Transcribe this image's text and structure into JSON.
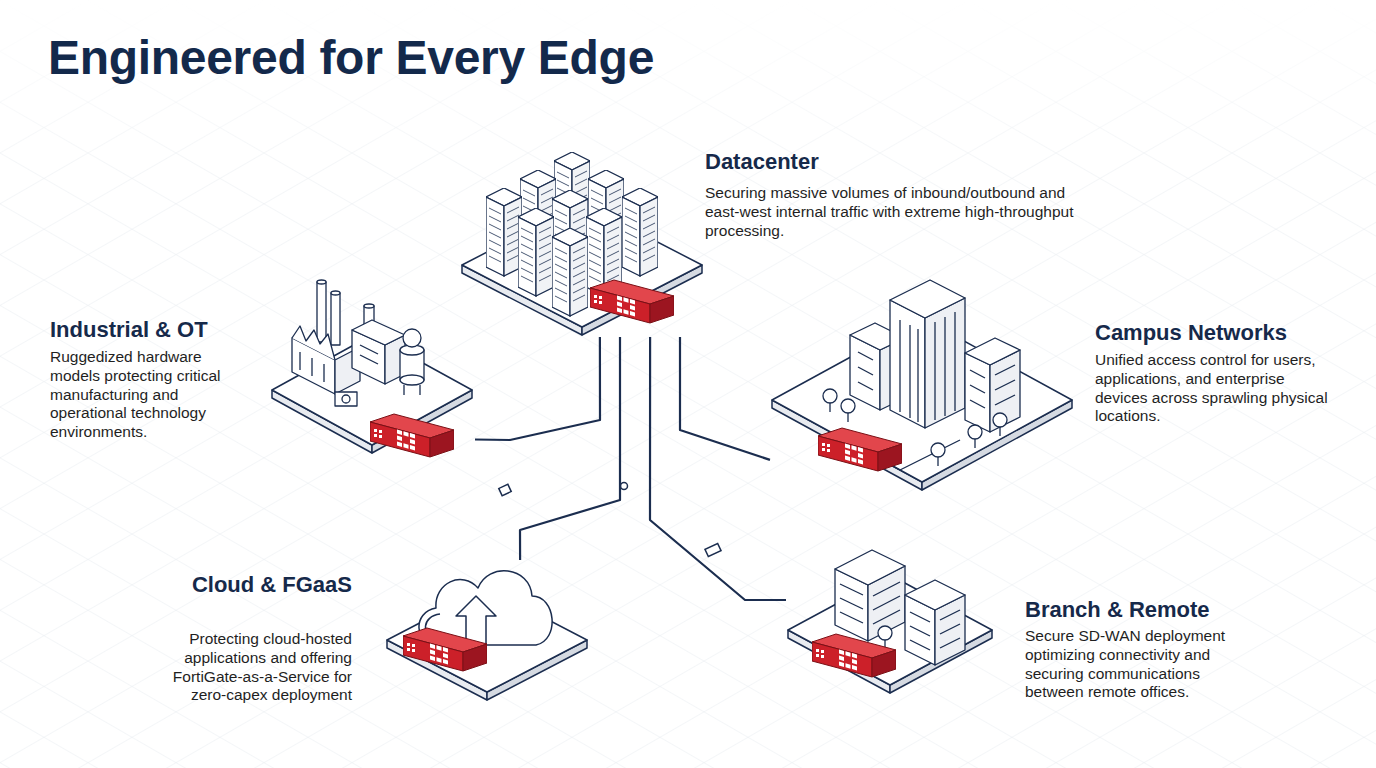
{
  "diagram": {
    "title": "Engineered for Every Edge",
    "nodes": [
      {
        "text": [
          "Datacenter",
          "Securing massive volumes of inbound/outbound and east-west internal traffic with extreme high-throughput processing."
        ]
      },
      {
        "text": [
          "Industrial & OT",
          "Ruggedized hardware models protecting critical manufacturing and operational technology environments."
        ]
      },
      {
        "text": [
          "Campus Networks",
          "Unified access control for users, applications, and enterprise devices across sprawling physical locations."
        ]
      },
      {
        "text": [
          "Cloud & FGaaS",
          "Protecting cloud-hosted applications and offering FortiGate-as-a-Service for zero-capex deployment"
        ]
      },
      {
        "text": [
          "Branch & Remote",
          "Secure SD-WAN deployment optimizing connectivity and securing communications between remote offices."
        ]
      }
    ],
    "edges": [
      {
        "from": 0,
        "to": 1,
        "arrow": "none"
      },
      {
        "from": 0,
        "to": 2,
        "arrow": "none"
      },
      {
        "from": 0,
        "to": 3,
        "arrow": "none"
      },
      {
        "from": 0,
        "to": 4,
        "arrow": "none"
      }
    ]
  }
}
